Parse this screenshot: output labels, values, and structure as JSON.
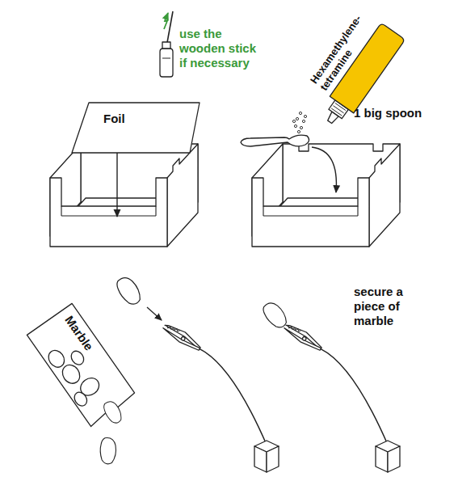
{
  "diagram": {
    "nodes": [
      {
        "text": [
          "Foil"
        ]
      },
      {
        "text": [
          "Hexamethylene- tetramine"
        ]
      },
      {
        "text": [
          "Marble"
        ]
      }
    ],
    "labels": [
      "use the wooden stick if necessary",
      "1 big spoon",
      "secure a piece of marble"
    ]
  }
}
